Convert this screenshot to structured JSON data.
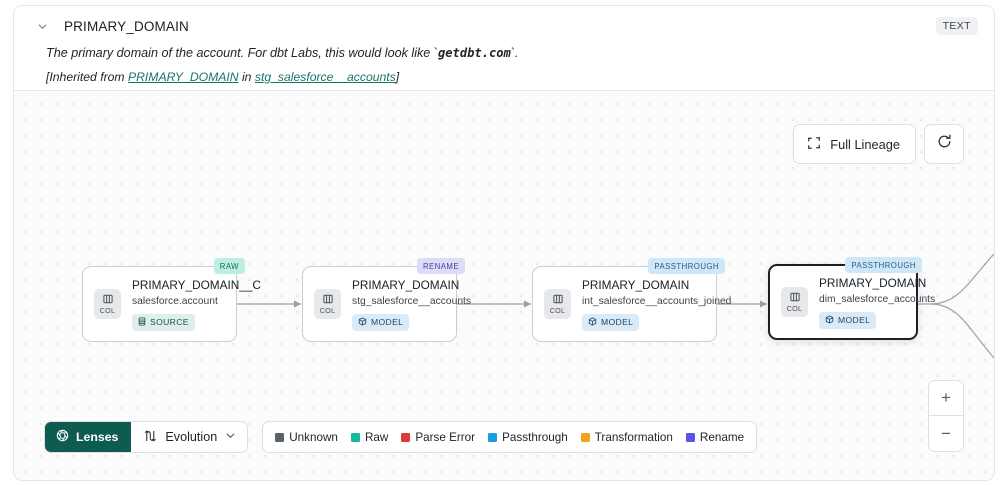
{
  "header": {
    "collapse_icon": "chevron-down-icon",
    "title": "PRIMARY_DOMAIN",
    "type_badge": "TEXT",
    "description_prefix": "The primary domain of the account. For dbt Labs, this would look like `",
    "description_code": "getdbt.com",
    "description_suffix": "`.",
    "inherited_prefix": "[Inherited from ",
    "inherited_link": "PRIMARY_DOMAIN",
    "inherited_mid": " in ",
    "inherited_source": "stg_salesforce__accounts",
    "inherited_suffix": "]"
  },
  "controls": {
    "full_lineage_label": "Full Lineage",
    "full_lineage_icon": "expand-corners-icon",
    "refresh_icon": "refresh-icon",
    "zoom_in_label": "+",
    "zoom_out_label": "−"
  },
  "graph": {
    "col_chip_label": "COL",
    "nodes": [
      {
        "tag": "RAW",
        "tag_style": "raw",
        "title": "PRIMARY_DOMAIN__C",
        "subtitle": "salesforce.account",
        "kind": "SOURCE",
        "kind_style": "source",
        "kind_icon": "database-icon",
        "selected": false
      },
      {
        "tag": "RENAME",
        "tag_style": "rename",
        "title": "PRIMARY_DOMAIN",
        "subtitle": "stg_salesforce__accounts",
        "kind": "MODEL",
        "kind_style": "model",
        "kind_icon": "cube-icon",
        "selected": false
      },
      {
        "tag": "PASSTHROUGH",
        "tag_style": "passthrough",
        "title": "PRIMARY_DOMAIN",
        "subtitle": "int_salesforce__accounts_joined",
        "kind": "MODEL",
        "kind_style": "model",
        "kind_icon": "cube-icon",
        "selected": false
      },
      {
        "tag": "PASSTHROUGH",
        "tag_style": "passthrough",
        "title": "PRIMARY_DOMAIN",
        "subtitle": "dim_salesforce_accounts",
        "kind": "MODEL",
        "kind_style": "model",
        "kind_icon": "cube-icon",
        "selected": true
      }
    ]
  },
  "bottom": {
    "lenses_label": "Lenses",
    "lenses_icon": "aperture-icon",
    "evolution_label": "Evolution",
    "evolution_icon": "evolution-icon",
    "evolution_caret": "chevron-down-icon",
    "legend": [
      {
        "label": "Unknown",
        "color": "#5b6169"
      },
      {
        "label": "Raw",
        "color": "#14b89a"
      },
      {
        "label": "Parse Error",
        "color": "#e03b3b"
      },
      {
        "label": "Passthrough",
        "color": "#1a9ddb"
      },
      {
        "label": "Transformation",
        "color": "#f3a41b"
      },
      {
        "label": "Rename",
        "color": "#5b53e8"
      }
    ]
  }
}
